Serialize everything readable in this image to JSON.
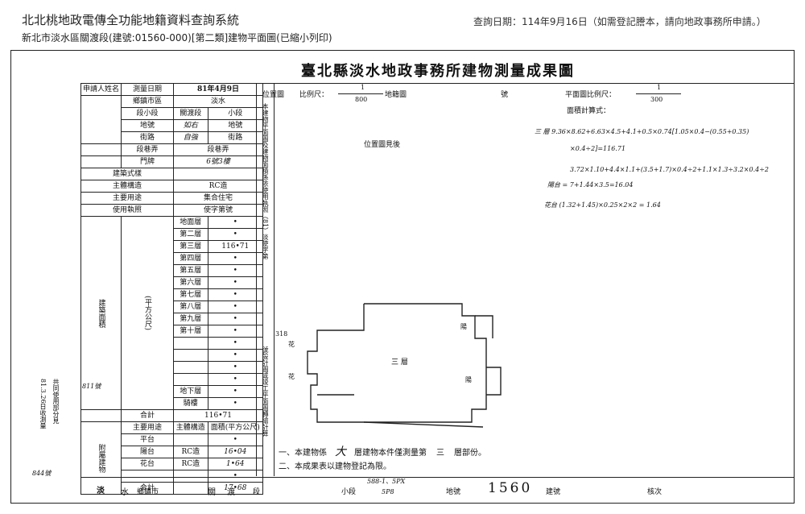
{
  "header": {
    "system_title": "北北桃地政電傳全功能地籍資料查詢系統",
    "subtitle": "新北市淡水區關渡段(建號:01560-000)[第二類]建物平面圖(已縮小列印)",
    "query_date": "查詢日期：114年9月16日（如需登記謄本，請向地政事務所申請。）"
  },
  "doc": {
    "title": "臺北縣淡水地政事務所建物測量成果圖",
    "location_label": "位置圖",
    "scale_label": "比例尺：",
    "scale_value": "1",
    "scale_den": "800",
    "land_section_label": "地籍圖",
    "no_label": "號",
    "plan_scale_label": "平面圖比例尺：",
    "plan_scale_value": "1",
    "plan_scale_den": "300",
    "area_formula_label": "面積計算式：",
    "location_note": "位置圖見後",
    "formula_lines": [
      "三  層 9.36×8.62+6.63×4.5+4.1+0.5×0.74[1.05×0.4−(0.55+0.35)",
      "×0.4÷2]=116.71",
      "3.72×1.10+4.4×1.1+(3.5+1.7)×0.4÷2+1.1×1.3÷3.2×0.4÷2",
      "陽台 = 7+1.44×3.5=16.04",
      "花台 (1.32+1.45)×0.25×2×2 = 1.64"
    ],
    "floor_label": "三 層",
    "note1": "一、本建物係",
    "note1_hand": "大",
    "note1_mid": "層建物本件僅測量第",
    "note1_floor": "三",
    "note1_end": "層部份。",
    "note2": "二、本成果表以建物登記為限。",
    "vertical_note": "本建物平面圖及建物面積係依使用執照（81）淡使字第",
    "vertical_note2": "號設計圖或竣工平面圖轉繪計算",
    "side_stamp": "81.3.26日收測量",
    "side_no": "811號",
    "side_no2": "844號",
    "right_margin_note": "共同使用部分見"
  },
  "table": {
    "applicant": "申請人姓名",
    "survey_date_label": "測量日期",
    "survey_date_value": "81年4月9日",
    "district_label": "鄉鎮市區",
    "district_value": "淡水",
    "section_label": "段小段",
    "section_value": "關渡段",
    "subsection": "小段",
    "lot_label": "地號",
    "lot_value": "如右",
    "lot_suffix": "地號",
    "road_label": "街路",
    "road_value": "自強",
    "road_suffix": "街路",
    "lane_label": "段巷弄",
    "lane_value": "段巷弄",
    "door_label": "門牌",
    "door_value": "6號3樓",
    "type_label": "建築式樣",
    "structure_label": "主體構造",
    "structure_value": "RC造",
    "use_label": "主要用途",
    "use_value": "集合住宅",
    "license_label": "使用執照",
    "license_value": "使字第號",
    "area_side_label": "建築面積",
    "floors": [
      "地面層",
      "第二層",
      "第三層",
      "第四層",
      "第五層",
      "第六層",
      "第七層",
      "第八層",
      "第九層",
      "第十層",
      "",
      "",
      "",
      "",
      "地下層",
      "騎樓"
    ],
    "floor_values": [
      "•",
      "•",
      "116•71",
      "•",
      "•",
      "•",
      "•",
      "•",
      "•",
      "•",
      "•",
      "•",
      "•",
      "•",
      "•",
      "•"
    ],
    "unit_label": "(平方公尺)",
    "total_label": "合計",
    "total_value": "116•71",
    "attached_label": "附屬建物",
    "att_header_use": "主要用途",
    "att_header_struct": "主體構造",
    "att_header_area": "面積(平方公尺)",
    "att_rows": [
      {
        "use": "平台",
        "struct": "",
        "area": "•"
      },
      {
        "use": "陽台",
        "struct": "RC造",
        "area": "16•04"
      },
      {
        "use": "花台",
        "struct": "RC造",
        "area": "1•64"
      },
      {
        "use": "",
        "struct": "",
        "area": "•"
      }
    ],
    "att_total_label": "合計",
    "att_total_value": "17•68"
  },
  "footer": {
    "district": "淡",
    "district2": "水",
    "district_suffix": "鄉鎮市",
    "section": "關渡",
    "section_suffix": "段",
    "subsection_label": "小段",
    "lot_label": "地號",
    "lot_value": "588-1、5PX",
    "lot_value2": "5P8",
    "building_no": "1560",
    "building_label": "建號",
    "check_label": "核次"
  }
}
